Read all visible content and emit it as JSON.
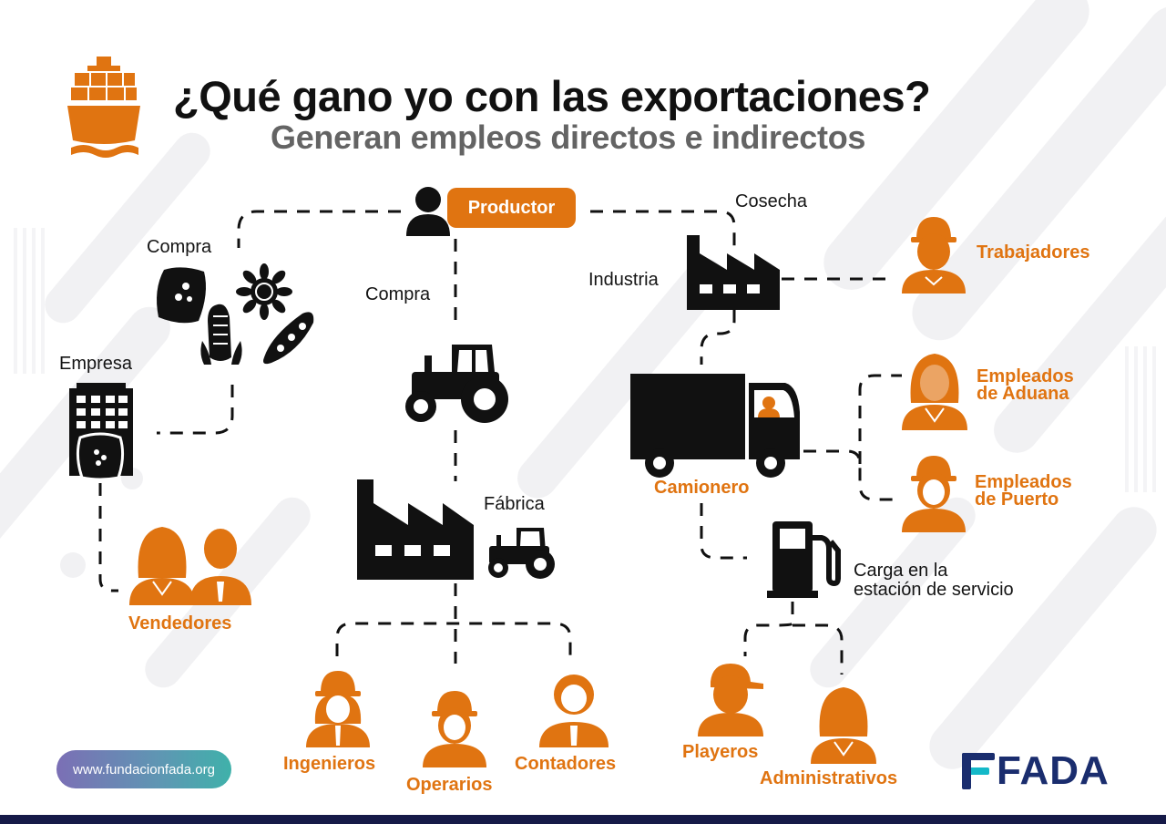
{
  "header": {
    "title": "¿Qué gano yo con las exportaciones?",
    "subtitle": "Generan empleos directos e indirectos"
  },
  "nodes": {
    "productor": "Productor",
    "cosecha": "Cosecha",
    "compra_left": "Compra",
    "compra_center": "Compra",
    "industria": "Industria",
    "empresa": "Empresa",
    "fabrica": "Fábrica",
    "carga_line1": "Carga en la",
    "carga_line2": "estación de servicio"
  },
  "roles": {
    "trabajadores": "Trabajadores",
    "aduana_line1": "Empleados",
    "aduana_line2": "de Aduana",
    "puerto_line1": "Empleados",
    "puerto_line2": "de Puerto",
    "camionero": "Camionero",
    "vendedores": "Vendedores",
    "ingenieros": "Ingenieros",
    "operarios": "Operarios",
    "contadores": "Contadores",
    "playeros": "Playeros",
    "administrativos": "Administrativos"
  },
  "footer": {
    "url": "www.fundacionfada.org",
    "logo": "FADA"
  },
  "colors": {
    "accent": "#e07411",
    "dark": "#111111",
    "gray": "#646464",
    "navy": "#1a2d6e",
    "teal": "#14b8c8"
  }
}
